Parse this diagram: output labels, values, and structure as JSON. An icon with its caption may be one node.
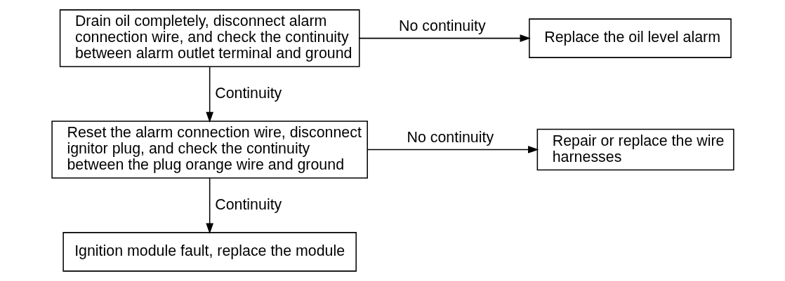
{
  "diagram": {
    "nodes": [
      {
        "text": [
          "Drain oil completely, disconnect alarm connection wire, and check the continuity between alarm outlet terminal and ground"
        ]
      },
      {
        "text": [
          "Replace the oil level alarm"
        ]
      },
      {
        "text": [
          "Reset the alarm connection wire, disconnect ignitor plug, and check the continuity between the plug orange wire and ground"
        ]
      },
      {
        "text": [
          "Repair or replace the wire harnesses"
        ]
      },
      {
        "text": [
          "Ignition module fault, replace the module"
        ]
      }
    ],
    "edges": [
      {
        "from": 0,
        "to": 1,
        "arrow": "to",
        "label": "No continuity"
      },
      {
        "from": 0,
        "to": 2,
        "arrow": "to",
        "label": "Continuity"
      },
      {
        "from": 2,
        "to": 3,
        "arrow": "to",
        "label": "No continuity"
      },
      {
        "from": 2,
        "to": 4,
        "arrow": "to",
        "label": "Continuity"
      }
    ]
  }
}
